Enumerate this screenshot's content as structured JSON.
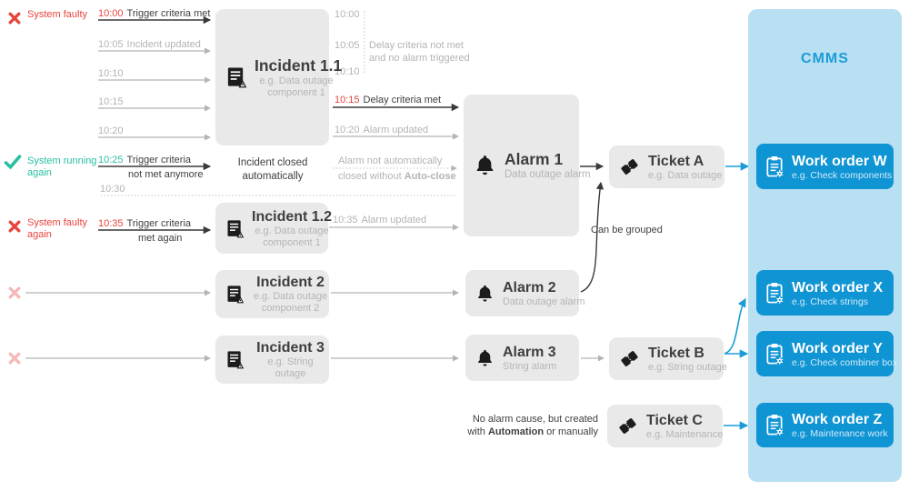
{
  "colors": {
    "red": "#e8443c",
    "teal": "#28bfa2",
    "gray": "#b3b3b3",
    "dark": "#3e3e3e",
    "blue": "#1b9cd8",
    "node_bg": "#e9e9e9",
    "cmms_bg": "#b9dff2",
    "work_bg": "#0f94d4"
  },
  "status_markers": [
    {
      "icon": "x-icon",
      "label": "System faulty"
    },
    {
      "icon": "check-icon",
      "label": "System running again"
    },
    {
      "icon": "x-icon",
      "label": "System faulty again"
    },
    {
      "icon": "x-icon-faded",
      "label": ""
    },
    {
      "icon": "x-icon-faded",
      "label": ""
    }
  ],
  "left_rows": [
    {
      "time": "10:00",
      "label": "Trigger criteria met"
    },
    {
      "time": "10:05",
      "label": "Incident updated"
    },
    {
      "time": "10:10",
      "label": ""
    },
    {
      "time": "10:15",
      "label": ""
    },
    {
      "time": "10:20",
      "label": ""
    },
    {
      "time": "10:25",
      "label": "Trigger criteria",
      "label2": "not met anymore"
    },
    {
      "time": "10:30",
      "label": ""
    },
    {
      "time": "10:35",
      "label": "Trigger criteria",
      "label2": "met again"
    }
  ],
  "mid_rows": [
    {
      "time": "10:00"
    },
    {
      "time": "10:05",
      "note1": "Delay criteria not met",
      "note2": "and no alarm triggered"
    },
    {
      "time": "10:10"
    },
    {
      "time": "10:15",
      "label": "Delay criteria met"
    },
    {
      "time": "10:20",
      "label": "Alarm updated"
    },
    {
      "note1": "Alarm not automatically",
      "note2_pre": "closed without ",
      "note2_bold": "Auto-close"
    },
    {
      "time": "10:35",
      "label": "Alarm updated"
    }
  ],
  "captions": {
    "incident_closed": "Incident closed automatically",
    "can_be_grouped": "Can be grouped",
    "no_alarm_line1": "No alarm cause, but created",
    "no_alarm_pre": "with ",
    "no_alarm_bold": "Automation",
    "no_alarm_post": " or manually"
  },
  "nodes": {
    "incident11": {
      "title": "Incident 1.1",
      "subtitle": "e.g. Data outage component 1"
    },
    "incident12": {
      "title": "Incident 1.2",
      "subtitle": "e.g. Data outage component 1"
    },
    "incident2": {
      "title": "Incident 2",
      "subtitle": "e.g. Data outage component 2"
    },
    "incident3": {
      "title": "Incident 3",
      "subtitle": "e.g. String outage"
    },
    "alarm1": {
      "title": "Alarm 1",
      "subtitle": "Data outage alarm"
    },
    "alarm2": {
      "title": "Alarm 2",
      "subtitle": "Data outage alarm"
    },
    "alarm3": {
      "title": "Alarm 3",
      "subtitle": "String alarm"
    },
    "ticketA": {
      "title": "Ticket A",
      "subtitle": "e.g. Data outage"
    },
    "ticketB": {
      "title": "Ticket B",
      "subtitle": "e.g. String outage"
    },
    "ticketC": {
      "title": "Ticket C",
      "subtitle": "e.g. Maintenance"
    },
    "workW": {
      "title": "Work order W",
      "subtitle": "e.g. Check components"
    },
    "workX": {
      "title": "Work order X",
      "subtitle": "e.g. Check strings"
    },
    "workY": {
      "title": "Work order Y",
      "subtitle": "e.g. Check combiner box"
    },
    "workZ": {
      "title": "Work order Z",
      "subtitle": "e.g. Maintenance work"
    }
  },
  "cmms": {
    "title": "CMMS"
  }
}
